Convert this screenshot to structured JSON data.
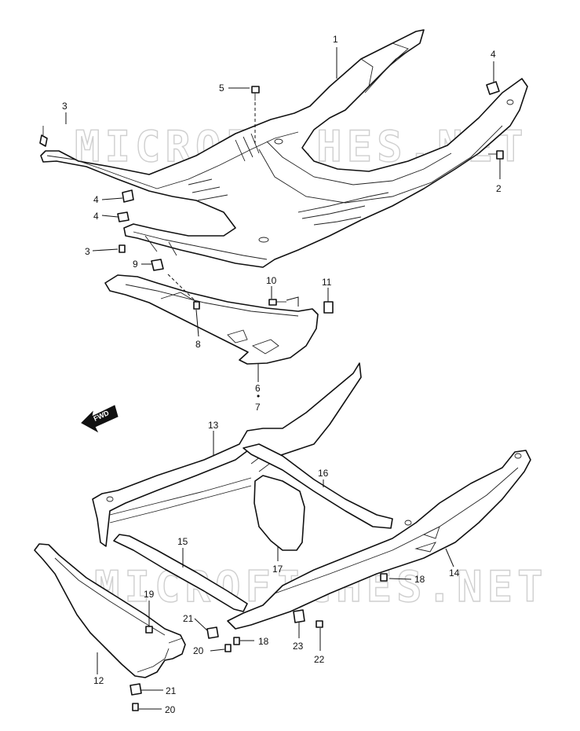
{
  "watermark": "MICROFICHES.NET",
  "fwd_label": "FWD",
  "callouts": {
    "c1": "1",
    "c2": "2",
    "c3a": "3",
    "c3b": "3",
    "c4a": "4",
    "c4b": "4",
    "c4c": "4",
    "c5": "5",
    "c6": "6",
    "c6sep": "•",
    "c7": "7",
    "c8": "8",
    "c9": "9",
    "c10": "10",
    "c11": "11",
    "c12": "12",
    "c13": "13",
    "c14": "14",
    "c15": "15",
    "c16": "16",
    "c17": "17",
    "c18a": "18",
    "c18b": "18",
    "c19": "19",
    "c20a": "20",
    "c20b": "20",
    "c21a": "21",
    "c21b": "21",
    "c22": "22",
    "c23": "23"
  }
}
